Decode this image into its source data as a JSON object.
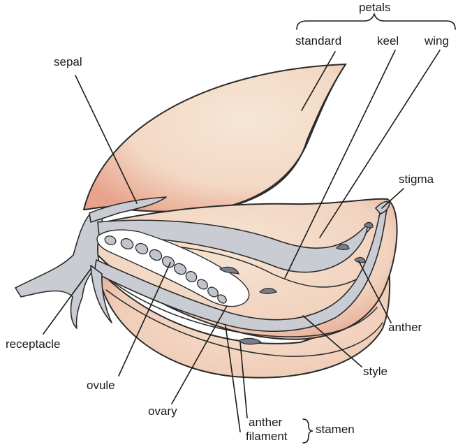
{
  "labels": {
    "petals": "petals",
    "standard": "standard",
    "keel": "keel",
    "wing": "wing",
    "sepal": "sepal",
    "stigma": "stigma",
    "anther_right": "anther",
    "receptacle": "receptacle",
    "style": "style",
    "ovule": "ovule",
    "ovary": "ovary",
    "anther_bottom": "anther",
    "filament": "filament",
    "stamen": "stamen"
  },
  "colors": {
    "petal_fill": "#f3dcc8",
    "petal_shade": "#e8a58e",
    "structure_grey": "#c9ccd2",
    "outline": "#2b2b2b"
  }
}
